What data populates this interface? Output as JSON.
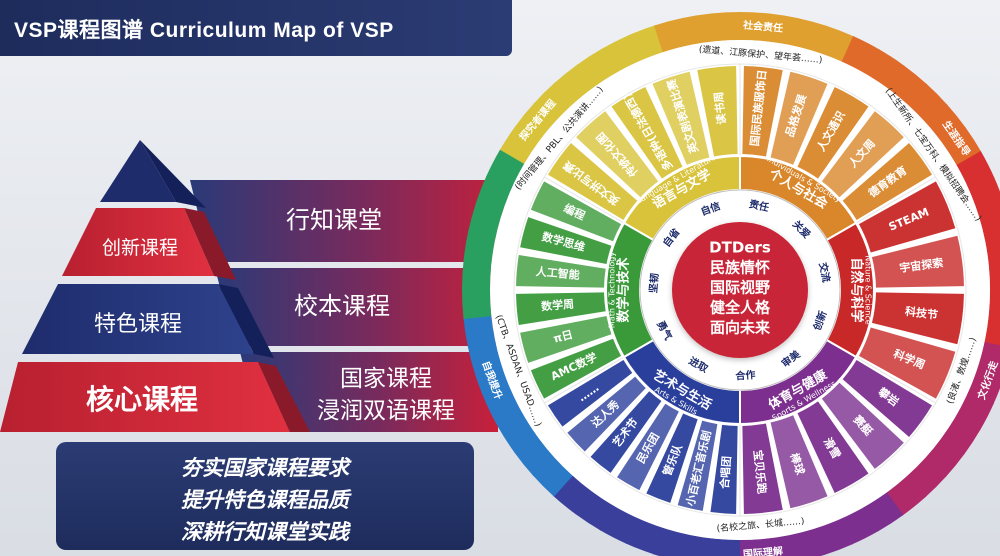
{
  "title": "VSP课程图谱 Curriculum Map of VSP",
  "pyramid": {
    "tiers": [
      {
        "label": "创新课程",
        "band": "行知课堂"
      },
      {
        "label": "特色课程",
        "band": "校本课程"
      },
      {
        "label": "核心课程",
        "band_lines": [
          "国家课程",
          "浸润双语课程"
        ]
      }
    ]
  },
  "motto": [
    "夯实国家课程要求",
    "提升特色课程品质",
    "深耕行知课堂实践"
  ],
  "wheel": {
    "center": [
      "DTDers",
      "民族情怀",
      "国际视野",
      "健全人格",
      "面向未来"
    ],
    "traits": [
      "自信",
      "责任",
      "关爱",
      "交流",
      "创新",
      "审美",
      "合作",
      "进取",
      "勇气",
      "坚韧",
      "自省"
    ],
    "domains": [
      {
        "zh": "语言与文学",
        "en": "Language & Literature",
        "color": "#d8c33a",
        "courses": [
          "英文拼写比赛",
          "传统文化图",
          "多语种(日法德西)",
          "英文剧表演比赛",
          "读书周"
        ]
      },
      {
        "zh": "个人与社会",
        "en": "Individuals & Society",
        "color": "#d9872a",
        "courses": [
          "国际民族服饰日",
          "品格发展",
          "人文通识",
          "人文周",
          "德育教育"
        ]
      },
      {
        "zh": "自然与科学",
        "en": "Nature & Science",
        "color": "#c82828",
        "courses": [
          "STEAM",
          "宇宙探索",
          "科技节",
          "科学周"
        ]
      },
      {
        "zh": "体育与健康",
        "en": "Sports & Wellness",
        "color": "#7c2f8e",
        "courses": [
          "攀岩",
          "赛艇",
          "滑雪",
          "棒球",
          "宝贝乐跑"
        ]
      },
      {
        "zh": "艺术与生活",
        "en": "Arts & Skills",
        "color": "#2a3f9c",
        "courses": [
          "合唱团",
          "小百老汇音乐剧",
          "管乐队",
          "民乐团",
          "艺术节",
          "达人秀",
          "……"
        ]
      },
      {
        "zh": "数学与技术",
        "en": "Math & Technology",
        "color": "#3a9a3a",
        "courses": [
          "AMC数学",
          "π日",
          "数学周",
          "人工智能",
          "数学思维",
          "编程"
        ]
      }
    ],
    "outer_arcs": [
      {
        "title": "社会责任",
        "detail": "(遗道、江豚保护、望年荟……)"
      },
      {
        "title": "生涯指导",
        "detail": "(上生新所、七宝万科、模拟招聘会……)"
      },
      {
        "title": "文化行走",
        "detail": "(良渚、敦煌……)"
      },
      {
        "title": "国际理解",
        "detail": "(名校之旅、长城……)"
      },
      {
        "title": "自我提升",
        "detail": "(CTB、ASDAN、USAD……)"
      },
      {
        "title": "探究者课程",
        "detail": "(时间管理、PBL、公共演讲……)"
      }
    ]
  }
}
